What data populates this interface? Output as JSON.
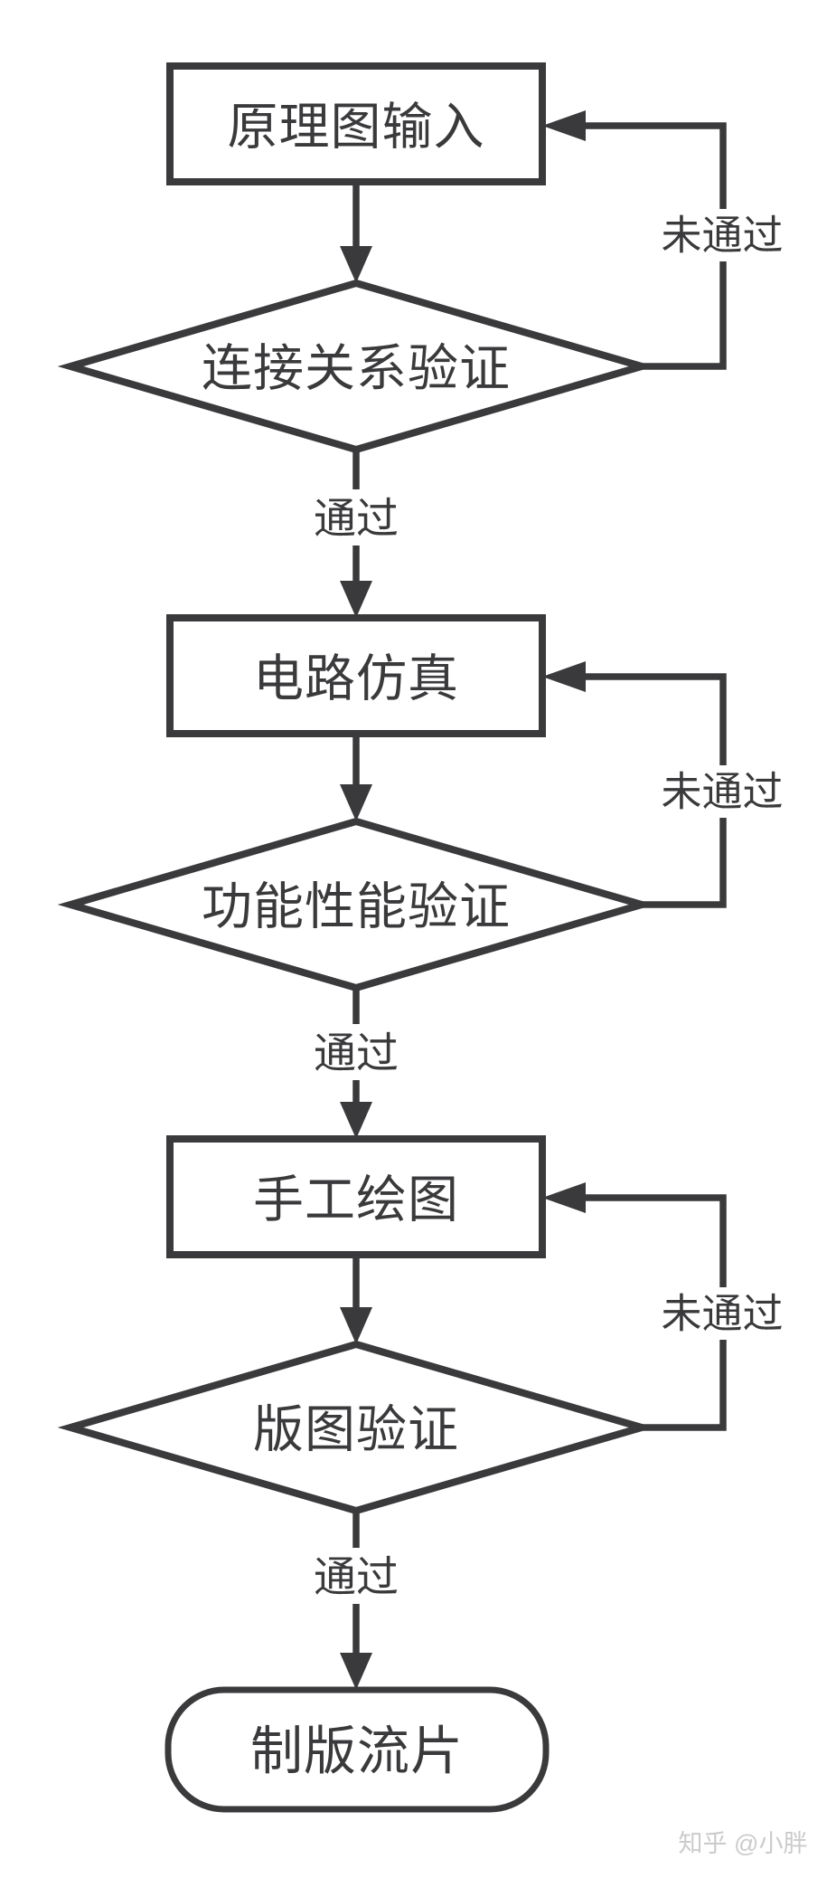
{
  "diagram": {
    "title_hint": "IC design flowchart",
    "background_color": "#ffffff",
    "stroke_color": "#3a3a3c",
    "text_color": "#3a3a3c",
    "nodes": [
      {
        "id": "schematic-input",
        "type": "process",
        "label": "原理图输入"
      },
      {
        "id": "connection-verification",
        "type": "decision",
        "label": "连接关系验证"
      },
      {
        "id": "circuit-simulation",
        "type": "process",
        "label": "电路仿真"
      },
      {
        "id": "function-performance-verification",
        "type": "decision",
        "label": "功能性能验证"
      },
      {
        "id": "manual-drawing",
        "type": "process",
        "label": "手工绘图"
      },
      {
        "id": "layout-verification",
        "type": "decision",
        "label": "版图验证"
      },
      {
        "id": "tapeout",
        "type": "terminal",
        "label": "制版流片"
      }
    ],
    "edge_labels": {
      "pass": "通过",
      "fail": "未通过"
    }
  },
  "watermark": {
    "text": "知乎 @小胖",
    "color": "#cbcbcb"
  }
}
